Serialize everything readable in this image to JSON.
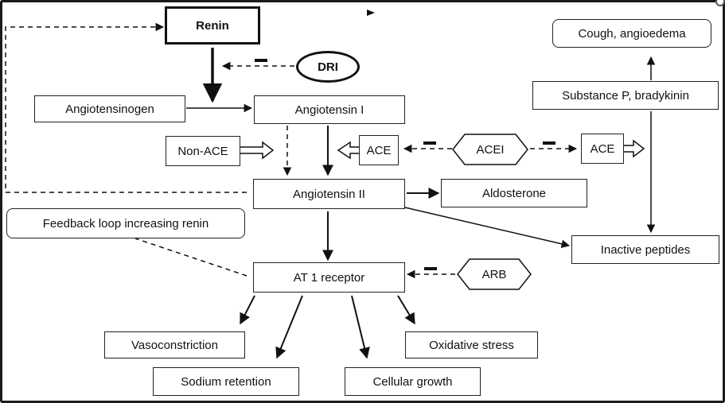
{
  "nodes": {
    "renin": "Renin",
    "dri": "DRI",
    "angiotensinogen": "Angiotensinogen",
    "angiotensin1": "Angiotensin I",
    "non_ace": "Non-ACE",
    "ace_left": "ACE",
    "acei": "ACEI",
    "ace_right": "ACE",
    "substance_p": "Substance P, bradykinin",
    "cough": "Cough, angioedema",
    "angiotensin2": "Angiotensin II",
    "aldosterone": "Aldosterone",
    "feedback": "Feedback loop increasing renin",
    "inactive": "Inactive peptides",
    "at1": "AT 1 receptor",
    "arb": "ARB",
    "vasoconstriction": "Vasoconstriction",
    "oxidative": "Oxidative stress",
    "sodium": "Sodium retention",
    "cellular": "Cellular growth"
  },
  "colors": {
    "stroke": "#111111",
    "background": "#ffffff"
  }
}
